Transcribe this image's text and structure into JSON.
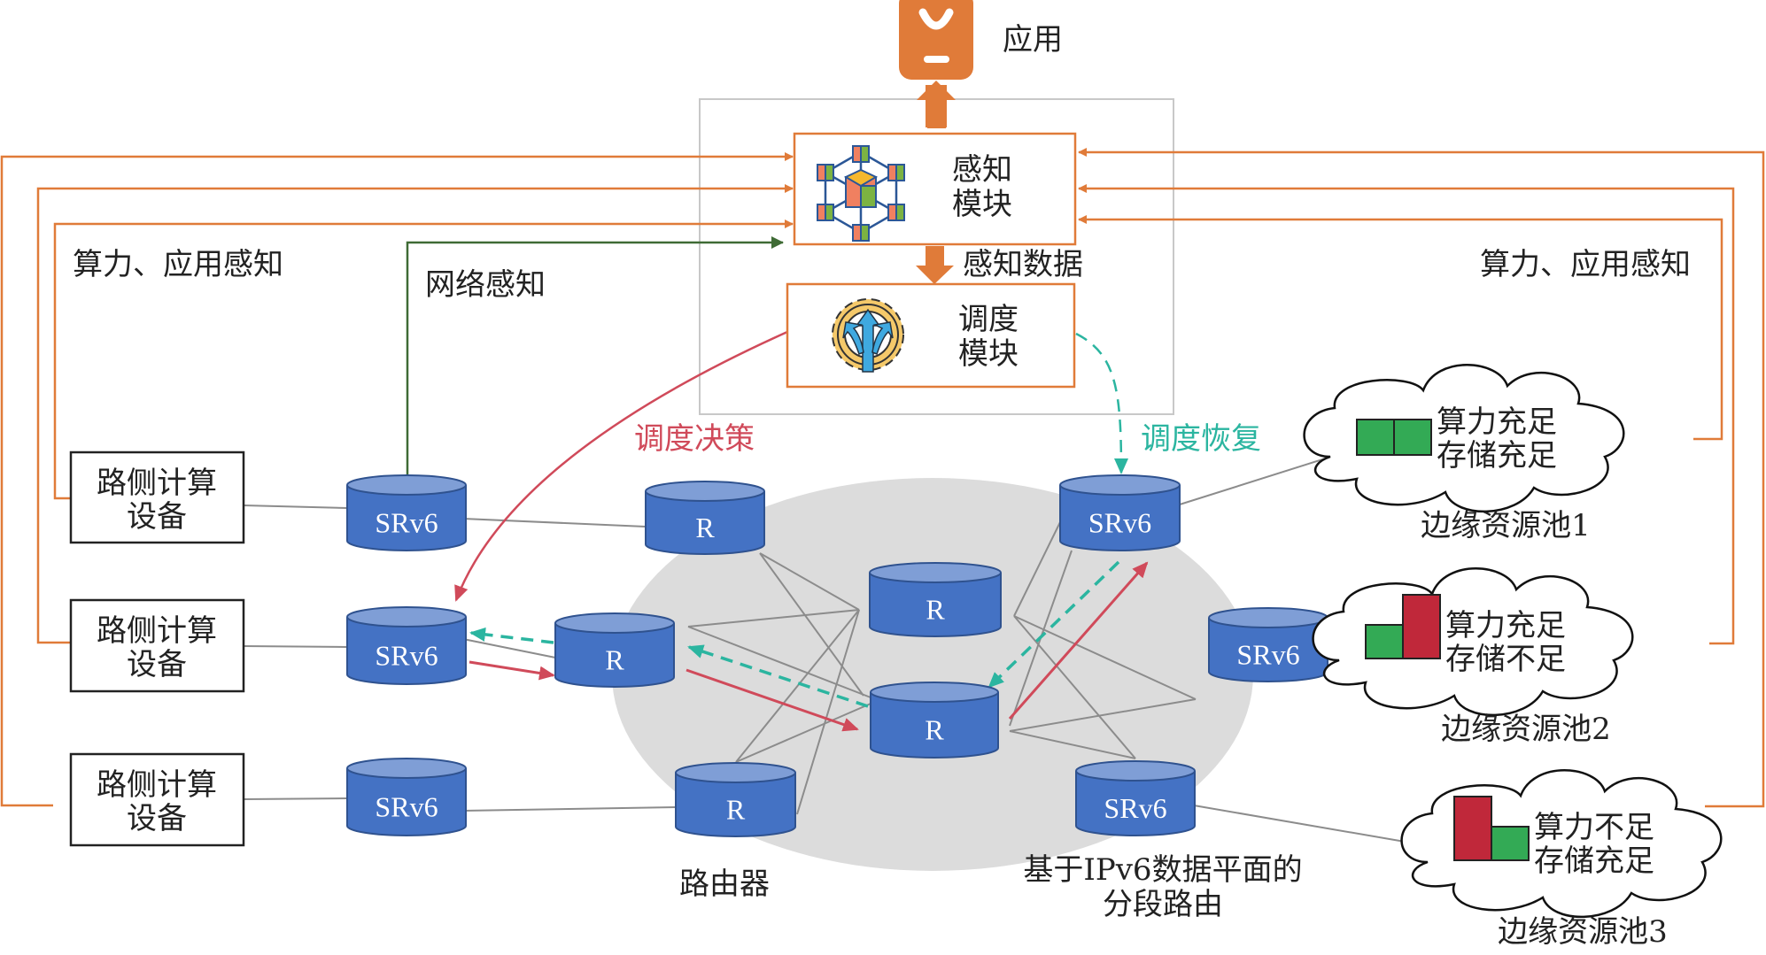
{
  "colors": {
    "orange": "#E07B39",
    "green_line": "#3F6B35",
    "red": "#D04A5A",
    "teal": "#2BB5A0",
    "node_blue": "#4472C4",
    "node_top": "#7F9ED6",
    "ellipse": "#DCDCDC",
    "gray_line": "#8C8C8C",
    "res_green": "#33AA55",
    "res_red": "#C0283A"
  },
  "app": {
    "label": "应用",
    "icon": "shopping-bag-icon"
  },
  "perception_module": {
    "line1": "感知",
    "line2": "模块",
    "icon": "network-cubes-icon"
  },
  "perception_data_label": "感知数据",
  "schedule_module": {
    "line1": "调度",
    "line2": "模块",
    "icon": "gear-arrows-icon"
  },
  "labels": {
    "left_compute_app": "算力、应用感知",
    "right_compute_app": "算力、应用感知",
    "network_awareness": "网络感知",
    "schedule_decision": "调度决策",
    "schedule_recovery": "调度恢复",
    "router": "路由器",
    "srv6_line1": "基于IPv6数据平面的",
    "srv6_line2": "分段路由"
  },
  "devices": [
    {
      "line1": "路侧计算",
      "line2": "设备"
    },
    {
      "line1": "路侧计算",
      "line2": "设备"
    },
    {
      "line1": "路侧计算",
      "line2": "设备"
    }
  ],
  "nodes": {
    "srv6_left_1": "SRv6",
    "srv6_left_2": "SRv6",
    "srv6_left_3": "SRv6",
    "r_top": "R",
    "r_mid_top": "R",
    "r_left": "R",
    "r_center": "R",
    "r_bottom": "R",
    "srv6_right_top": "SRv6",
    "srv6_right_mid": "SRv6",
    "srv6_right_bottom": "SRv6"
  },
  "pools": [
    {
      "name": "边缘资源池1",
      "compute": "算力充足",
      "storage": "存储充足",
      "compute_ok": true,
      "storage_ok": true
    },
    {
      "name": "边缘资源池2",
      "compute": "算力充足",
      "storage": "存储不足",
      "compute_ok": true,
      "storage_ok": false
    },
    {
      "name": "边缘资源池3",
      "compute": "算力不足",
      "storage": "存储充足",
      "compute_ok": false,
      "storage_ok": true
    }
  ]
}
